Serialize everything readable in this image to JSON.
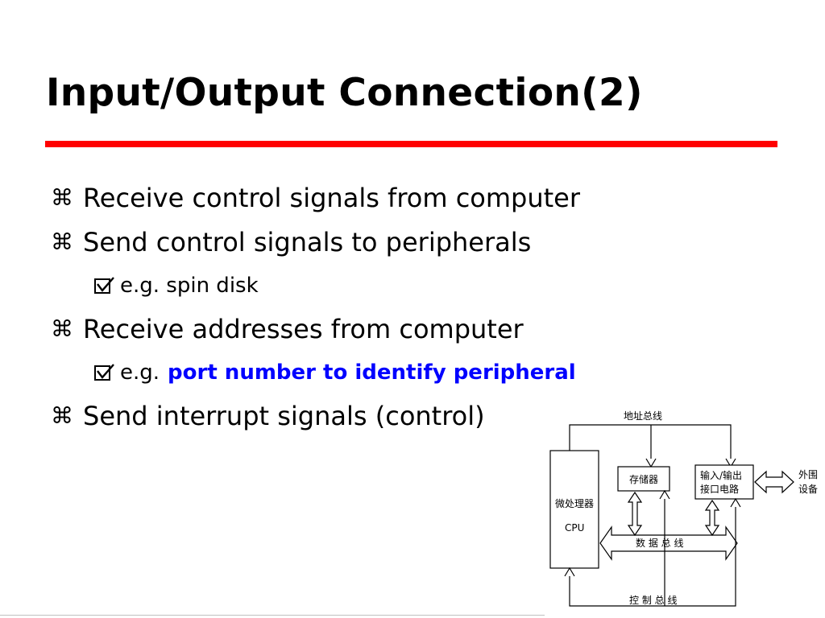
{
  "slide": {
    "title": "Input/Output Connection(2)",
    "accent_color": "#ff0000",
    "emphasis_color": "#0000ff",
    "bullets": [
      {
        "level": 1,
        "icon": "command-key-icon",
        "text": "Receive control signals from computer"
      },
      {
        "level": 1,
        "icon": "command-key-icon",
        "text": "Send control signals to peripherals"
      },
      {
        "level": 2,
        "icon": "checkbox-check-icon",
        "text": "e.g. spin disk"
      },
      {
        "level": 1,
        "icon": "command-key-icon",
        "text": "Receive addresses from computer"
      },
      {
        "level": 2,
        "icon": "checkbox-check-icon",
        "text": "e.g.",
        "emphasis": "port number to identify peripheral"
      },
      {
        "level": 1,
        "icon": "command-key-icon",
        "text": "Send interrupt signals (control)"
      }
    ]
  },
  "diagram": {
    "address_bus": "地址总线",
    "cpu": [
      "微处理器",
      "CPU"
    ],
    "memory": "存储器",
    "io_interface": [
      "输入/输出",
      "接口电路"
    ],
    "peripheral": [
      "外围",
      "设备"
    ],
    "data_bus": "数 据 总 线",
    "control_bus": "控 制 总 线"
  }
}
